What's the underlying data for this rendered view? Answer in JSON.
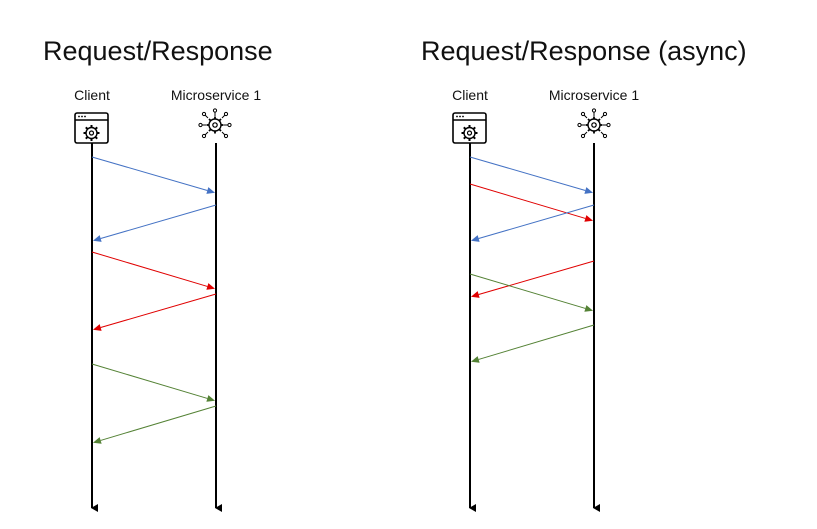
{
  "panels": [
    {
      "title": "Request/Response",
      "client_label": "Client",
      "service_label": "Microservice 1",
      "icons": {
        "client": "client-app-gear-icon",
        "service": "microservice-network-gear-icon"
      },
      "messages": [
        {
          "from": "client",
          "to": "service",
          "color": "#4472C4"
        },
        {
          "from": "service",
          "to": "client",
          "color": "#4472C4"
        },
        {
          "from": "client",
          "to": "service",
          "color": "#E00000"
        },
        {
          "from": "service",
          "to": "client",
          "color": "#E00000"
        },
        {
          "from": "client",
          "to": "service",
          "color": "#548235"
        },
        {
          "from": "service",
          "to": "client",
          "color": "#548235"
        }
      ]
    },
    {
      "title": "Request/Response (async)",
      "client_label": "Client",
      "service_label": "Microservice 1",
      "icons": {
        "client": "client-app-gear-icon",
        "service": "microservice-network-gear-icon"
      },
      "messages": [
        {
          "from": "client",
          "to": "service",
          "color": "#4472C4"
        },
        {
          "from": "client",
          "to": "service",
          "color": "#E00000"
        },
        {
          "from": "service",
          "to": "client",
          "color": "#4472C4"
        },
        {
          "from": "service",
          "to": "client",
          "color": "#E00000"
        },
        {
          "from": "client",
          "to": "service",
          "color": "#548235"
        },
        {
          "from": "service",
          "to": "client",
          "color": "#548235"
        }
      ]
    }
  ],
  "colors": {
    "blue": "#4472C4",
    "red": "#E00000",
    "green": "#548235",
    "lifeline": "#000000"
  }
}
